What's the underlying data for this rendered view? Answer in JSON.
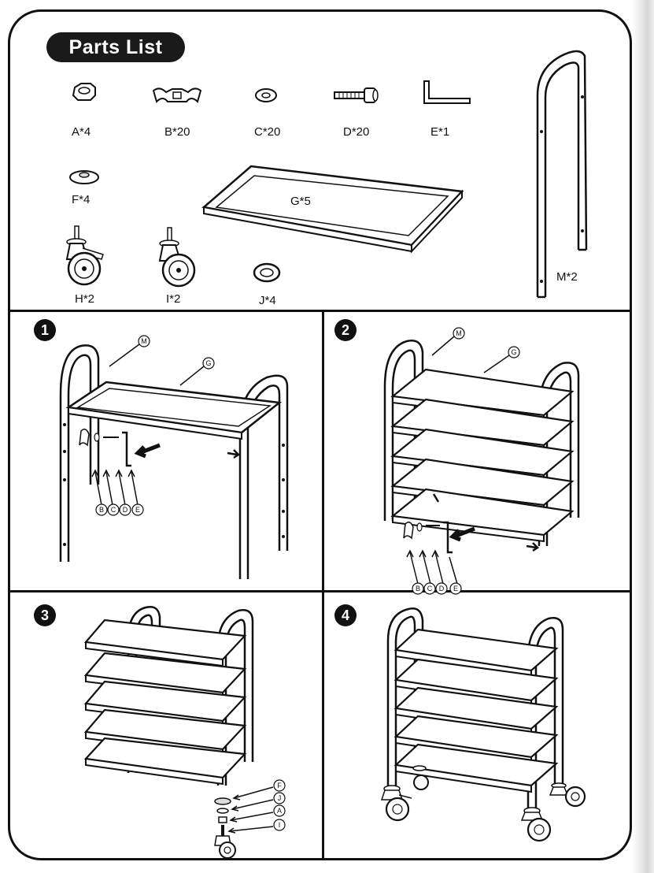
{
  "title": "Parts List",
  "parts": [
    {
      "id": "A",
      "label": "A*4"
    },
    {
      "id": "B",
      "label": "B*20"
    },
    {
      "id": "C",
      "label": "C*20"
    },
    {
      "id": "D",
      "label": "D*20"
    },
    {
      "id": "E",
      "label": "E*1"
    },
    {
      "id": "F",
      "label": "F*4"
    },
    {
      "id": "G",
      "label": "G*5"
    },
    {
      "id": "H",
      "label": "H*2"
    },
    {
      "id": "I",
      "label": "I*2"
    },
    {
      "id": "J",
      "label": "J*4"
    },
    {
      "id": "M",
      "label": "M*2"
    }
  ],
  "steps": [
    {
      "number": "1",
      "callouts": [
        "M",
        "G",
        "B",
        "C",
        "D",
        "E"
      ]
    },
    {
      "number": "2",
      "callouts": [
        "M",
        "G",
        "B",
        "C",
        "D",
        "E"
      ]
    },
    {
      "number": "3",
      "callouts": [
        "F",
        "J",
        "A",
        "I"
      ]
    },
    {
      "number": "4",
      "callouts": []
    }
  ],
  "colors": {
    "ink": "#111111",
    "paper": "#ffffff"
  }
}
